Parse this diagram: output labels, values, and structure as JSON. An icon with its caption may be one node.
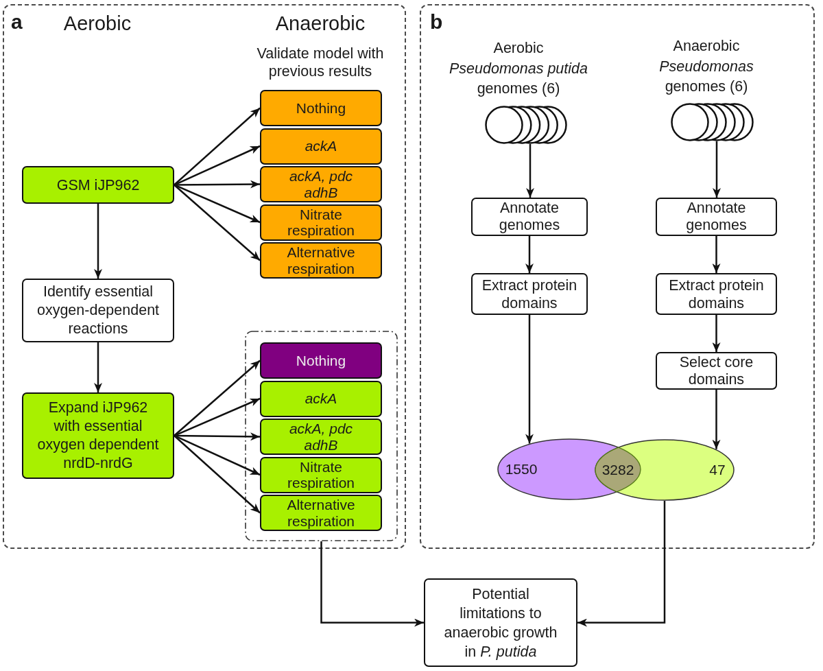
{
  "diagram": {
    "nodes": [
      {
        "text": [
          "a",
          "Aerobic",
          "Anaerobic",
          "Validate model with previous results"
        ]
      },
      {
        "text": [
          "GSM iJP962"
        ],
        "in": 0
      },
      {
        "text": [
          "Nothing"
        ],
        "in": 0
      },
      {
        "text": [
          "ackA"
        ],
        "in": 0
      },
      {
        "text": [
          "ackA, pdc adhB"
        ],
        "in": 0
      },
      {
        "text": [
          "Nitrate respiration"
        ],
        "in": 0
      },
      {
        "text": [
          "Alternative respiration"
        ],
        "in": 0
      },
      {
        "text": [
          "Identify essential oxygen-dependent reactions"
        ],
        "in": 0
      },
      {
        "text": [
          "Expand iJP962 with essential oxygen dependent nrdD-nrdG"
        ],
        "in": 0
      },
      {
        "text": [],
        "shape": "box",
        "in": 0
      },
      {
        "text": [
          "Nothing"
        ],
        "in": 9
      },
      {
        "text": [
          "ackA"
        ],
        "in": 9
      },
      {
        "text": [
          "ackA, pdc adhB"
        ],
        "in": 9
      },
      {
        "text": [
          "Nitrate respiration"
        ],
        "in": 9
      },
      {
        "text": [
          "Alternative respiration"
        ],
        "in": 9
      },
      {
        "text": [
          "b"
        ]
      },
      {
        "text": [
          "Aerobic *Pseudomonas putida* genomes (6)"
        ],
        "in": 15
      },
      {
        "text": [
          "Anaerobic *Pseudomonas* genomes (6)"
        ],
        "in": 15
      },
      {
        "text": [
          "Annotate genomes"
        ],
        "in": 15
      },
      {
        "text": [
          "Annotate genomes"
        ],
        "in": 15
      },
      {
        "text": [
          "Extract protein domains"
        ],
        "in": 15
      },
      {
        "text": [
          "Extract protein domains"
        ],
        "in": 15
      },
      {
        "text": [
          "Select core domains"
        ],
        "in": 15
      },
      {
        "text": [
          "1550"
        ],
        "in": 15
      },
      {
        "text": [
          "47"
        ],
        "in": 15
      },
      {
        "text": [
          "Potential limitations to anaerobic growth in *P. putida*"
        ]
      }
    ],
    "edges": [
      {
        "from": 1,
        "to": 2,
        "arrow": "to"
      },
      {
        "from": 1,
        "to": 3,
        "arrow": "to"
      },
      {
        "from": 1,
        "to": 4,
        "arrow": "to"
      },
      {
        "from": 1,
        "to": 5,
        "arrow": "to"
      },
      {
        "from": 1,
        "to": 6,
        "arrow": "to"
      },
      {
        "from": 1,
        "to": 7,
        "arrow": "to"
      },
      {
        "from": 7,
        "to": 8,
        "arrow": "to"
      },
      {
        "from": 8,
        "to": 10,
        "arrow": "to"
      },
      {
        "from": 8,
        "to": 11,
        "arrow": "to"
      },
      {
        "from": 8,
        "to": 12,
        "arrow": "to"
      },
      {
        "from": 8,
        "to": 13,
        "arrow": "to"
      },
      {
        "from": 8,
        "to": 14,
        "arrow": "to"
      },
      {
        "from": 9,
        "to": 25,
        "arrow": "to"
      },
      {
        "from": 16,
        "to": 18,
        "arrow": "to"
      },
      {
        "from": 18,
        "to": 20,
        "arrow": "to"
      },
      {
        "from": 20,
        "to": 23,
        "arrow": "to"
      },
      {
        "from": 17,
        "to": 19,
        "arrow": "to"
      },
      {
        "from": 19,
        "to": 21,
        "arrow": "to"
      },
      {
        "from": 21,
        "to": 22,
        "arrow": "to"
      },
      {
        "from": 22,
        "to": 24,
        "arrow": "to"
      },
      {
        "from": 24,
        "to": 25,
        "arrow": "to"
      }
    ],
    "labels": [
      "3282"
    ]
  }
}
